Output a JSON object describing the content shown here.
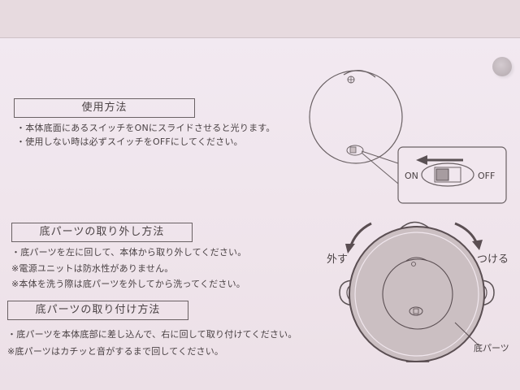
{
  "sections": [
    {
      "heading": "使用方法",
      "lines": [
        "・本体底面にあるスイッチをONにスライドさせると光ります。",
        "・使用しない時は必ずスイッチをOFFにしてください。"
      ]
    },
    {
      "heading": "底パーツの取り外し方法",
      "lines": [
        "・底パーツを左に回して、本体から取り外してください。",
        "※電源ユニットは防水性がありません。",
        "※本体を洗う際は底パーツを外してから洗ってください。"
      ]
    },
    {
      "heading": "底パーツの取り付け方法",
      "lines": [
        "・底パーツを本体底部に差し込んで、右に回して取り付けてください。",
        "※底パーツはカチッと音がするまで回してください。"
      ]
    }
  ],
  "switch_diagram": {
    "on_label": "ON",
    "off_label": "OFF"
  },
  "rotation_diagram": {
    "remove_label": "外す",
    "attach_label": "つける",
    "part_label": "底パーツ"
  },
  "colors": {
    "paper": "#f1e7ee",
    "ink": "#4a4244",
    "disk_fill": "#cbbfc2"
  }
}
